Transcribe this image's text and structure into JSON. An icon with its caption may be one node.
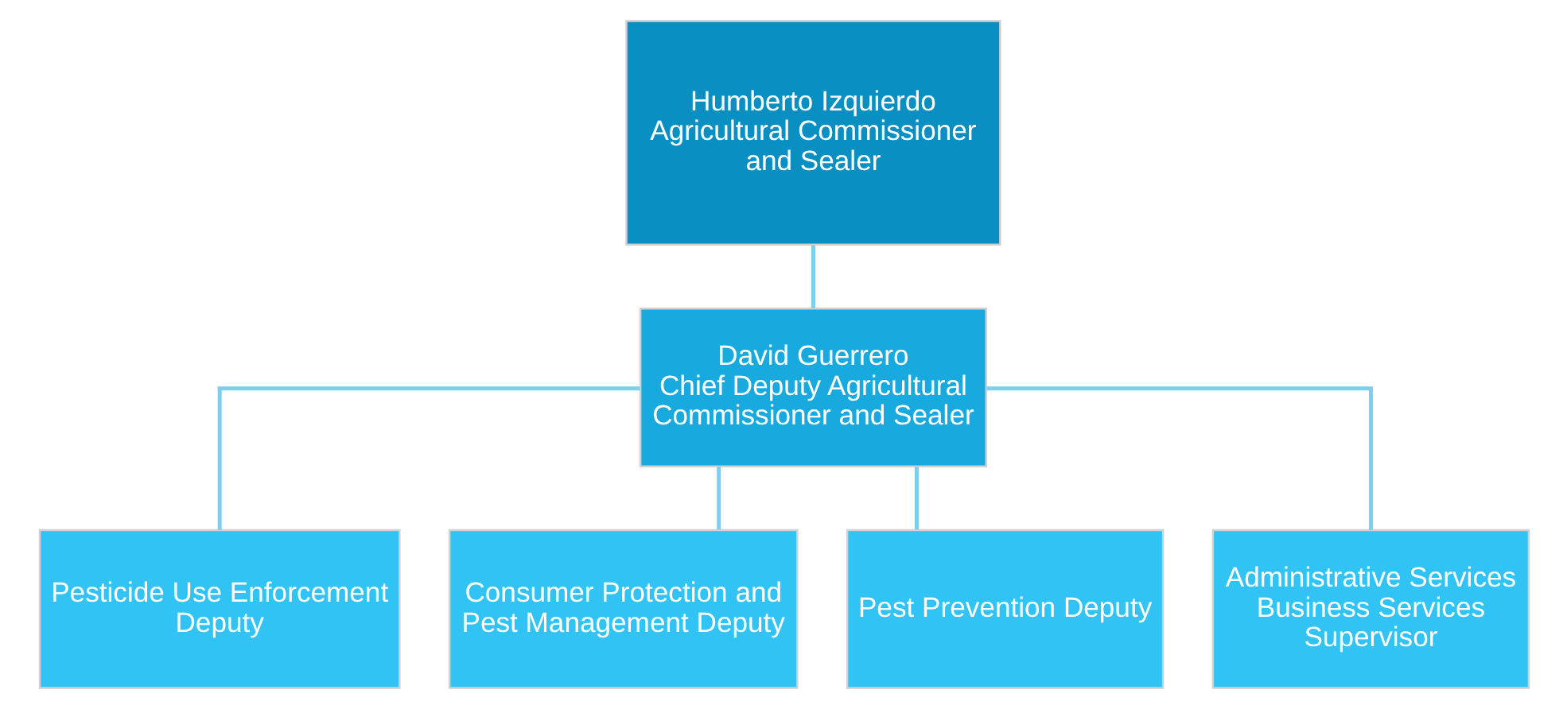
{
  "diagram": {
    "nodes": [
      {
        "text": [
          "Humberto Izquierdo",
          "Agricultural Commissioner and Sealer"
        ]
      },
      {
        "text": [
          "David Guerrero",
          "Chief Deputy Agricultural Commissioner and Sealer"
        ]
      },
      {
        "text": [
          "Pesticide Use Enforcement Deputy"
        ]
      },
      {
        "text": [
          "Consumer Protection and Pest Management Deputy"
        ]
      },
      {
        "text": [
          "Pest Prevention Deputy"
        ]
      },
      {
        "text": [
          "Administrative Services Business Services Supervisor"
        ]
      }
    ],
    "edges": [
      {
        "from": 0,
        "to": 1,
        "arrow": "none"
      },
      {
        "from": 1,
        "to": 2,
        "arrow": "none"
      },
      {
        "from": 1,
        "to": 3,
        "arrow": "none"
      },
      {
        "from": 1,
        "to": 4,
        "arrow": "none"
      },
      {
        "from": 1,
        "to": 5,
        "arrow": "none"
      }
    ]
  }
}
